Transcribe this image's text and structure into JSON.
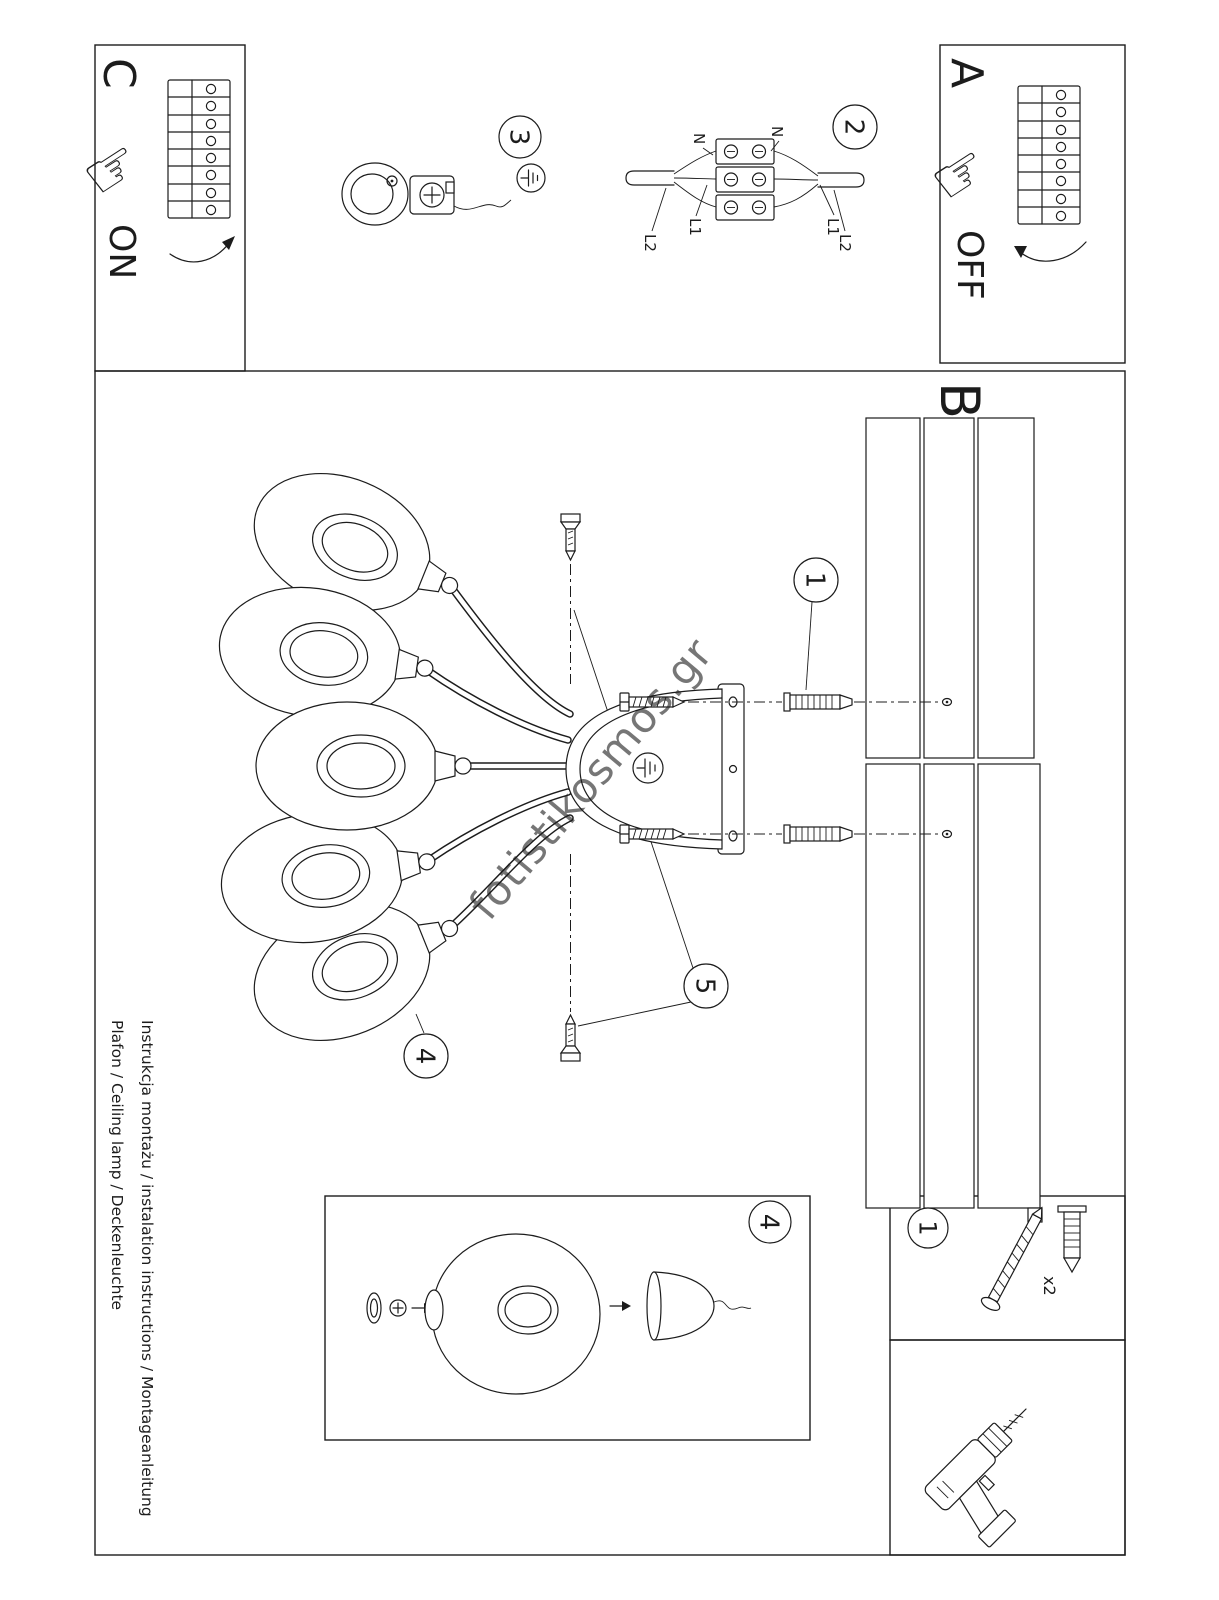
{
  "panels": {
    "c_label": "C",
    "c_state": "ON",
    "a_label": "A",
    "a_state": "OFF",
    "b_label": "B"
  },
  "callouts": {
    "n1": "1",
    "n2": "2",
    "n3": "3",
    "n4": "4",
    "n5": "5",
    "detail4": "4",
    "detail1": "1",
    "anchor_qty": "x2"
  },
  "wiring": {
    "n_left": "N",
    "n_right": "N",
    "l1_left": "L1",
    "l1_right": "L1",
    "l2_left": "L2",
    "l2_right": "L2"
  },
  "footer": {
    "line1": "Instrukcja montażu / instalation instructions / Montageanleitung",
    "line2": "Plafon / Ceiling lamp / Deckenleuchte"
  },
  "watermark": "fotistikosmos.gr",
  "icons": {
    "hand": "☞"
  },
  "colors": {
    "ink": "#1c1c1c",
    "watermark": "#b9b9b9"
  }
}
